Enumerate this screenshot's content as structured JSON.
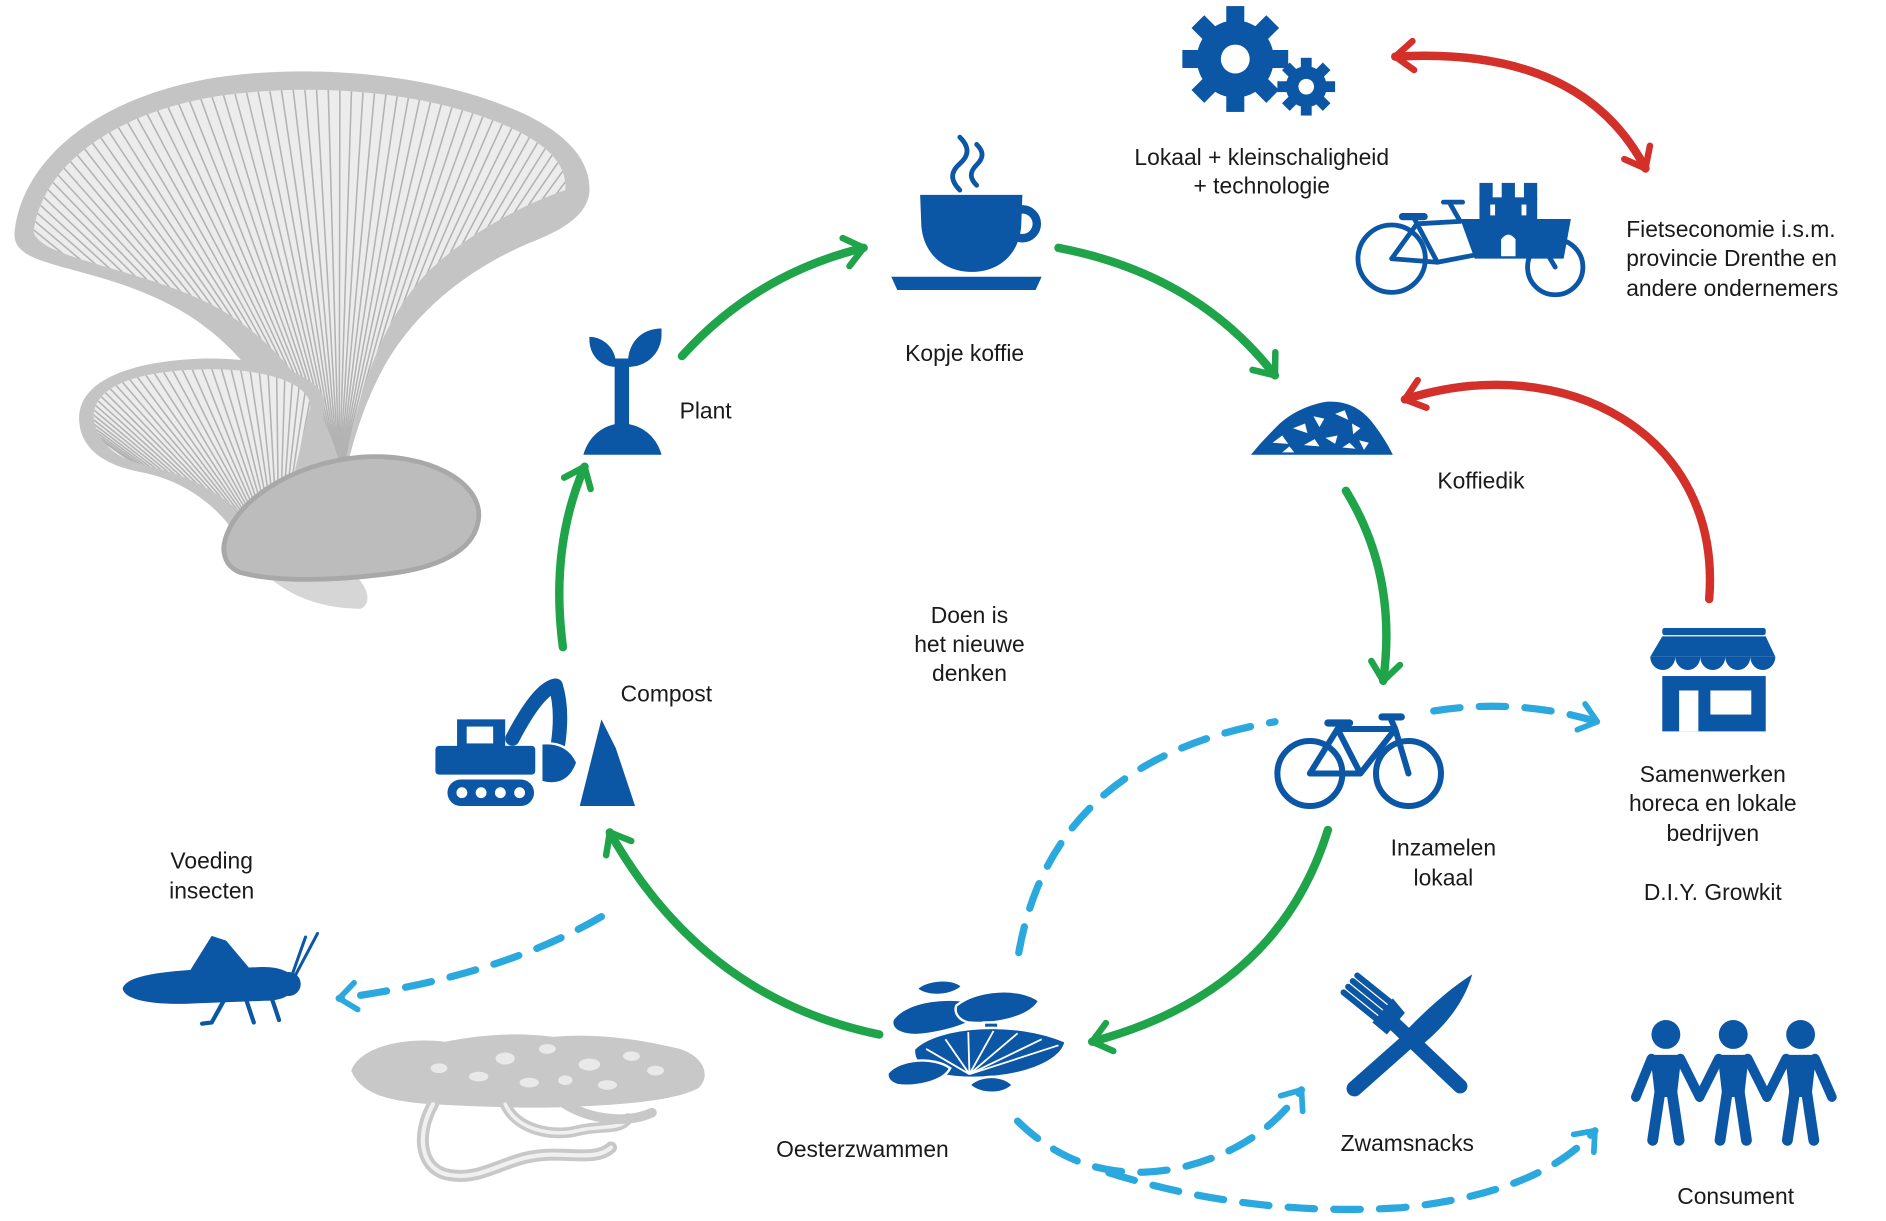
{
  "diagram": {
    "center_text": [
      "Doen is",
      "het nieuwe",
      "denken"
    ],
    "cycle": {
      "coffee": {
        "label": "Kopje koffie",
        "icon": "coffee-cup-icon"
      },
      "grounds": {
        "label": "Koffiedik",
        "icon": "coffee-grounds-icon"
      },
      "collect": {
        "label": [
          "Inzamelen",
          "lokaal"
        ],
        "icon": "bicycle-icon"
      },
      "mushrooms": {
        "label": "Oesterzwammen",
        "icon": "oyster-mushroom-icon"
      },
      "compost": {
        "label": "Compost",
        "icon": "excavator-icon"
      },
      "plant": {
        "label": "Plant",
        "icon": "sprout-icon"
      }
    },
    "branches": {
      "tech": {
        "label": [
          "Lokaal + kleinschaligheid",
          "+ technologie"
        ],
        "icon": "gears-icon"
      },
      "bike_economy": {
        "label": [
          "Fietseconomie i.s.m.",
          "provincie Drenthe en",
          "andere ondernemers"
        ],
        "icon": "cargo-bike-castle-icon"
      },
      "shop": {
        "label": [
          "Samenwerken",
          "horeca en lokale",
          "bedrijven"
        ],
        "sublabel": "D.I.Y. Growkit",
        "icon": "shop-icon"
      },
      "insects": {
        "label": [
          "Voeding",
          "insecten"
        ],
        "icon": "grasshopper-icon"
      },
      "snacks": {
        "label": "Zwamsnacks",
        "icon": "fork-knife-icon"
      },
      "consumer": {
        "label": "Consument",
        "icon": "people-icon"
      }
    }
  },
  "colors": {
    "icon_blue": "#0b56a5",
    "cycle_green": "#1fa44a",
    "link_red": "#d3302a",
    "dashed_blue": "#2ba9df",
    "illustration_grey": "#c4c4c4",
    "text": "#1a1a1a"
  }
}
